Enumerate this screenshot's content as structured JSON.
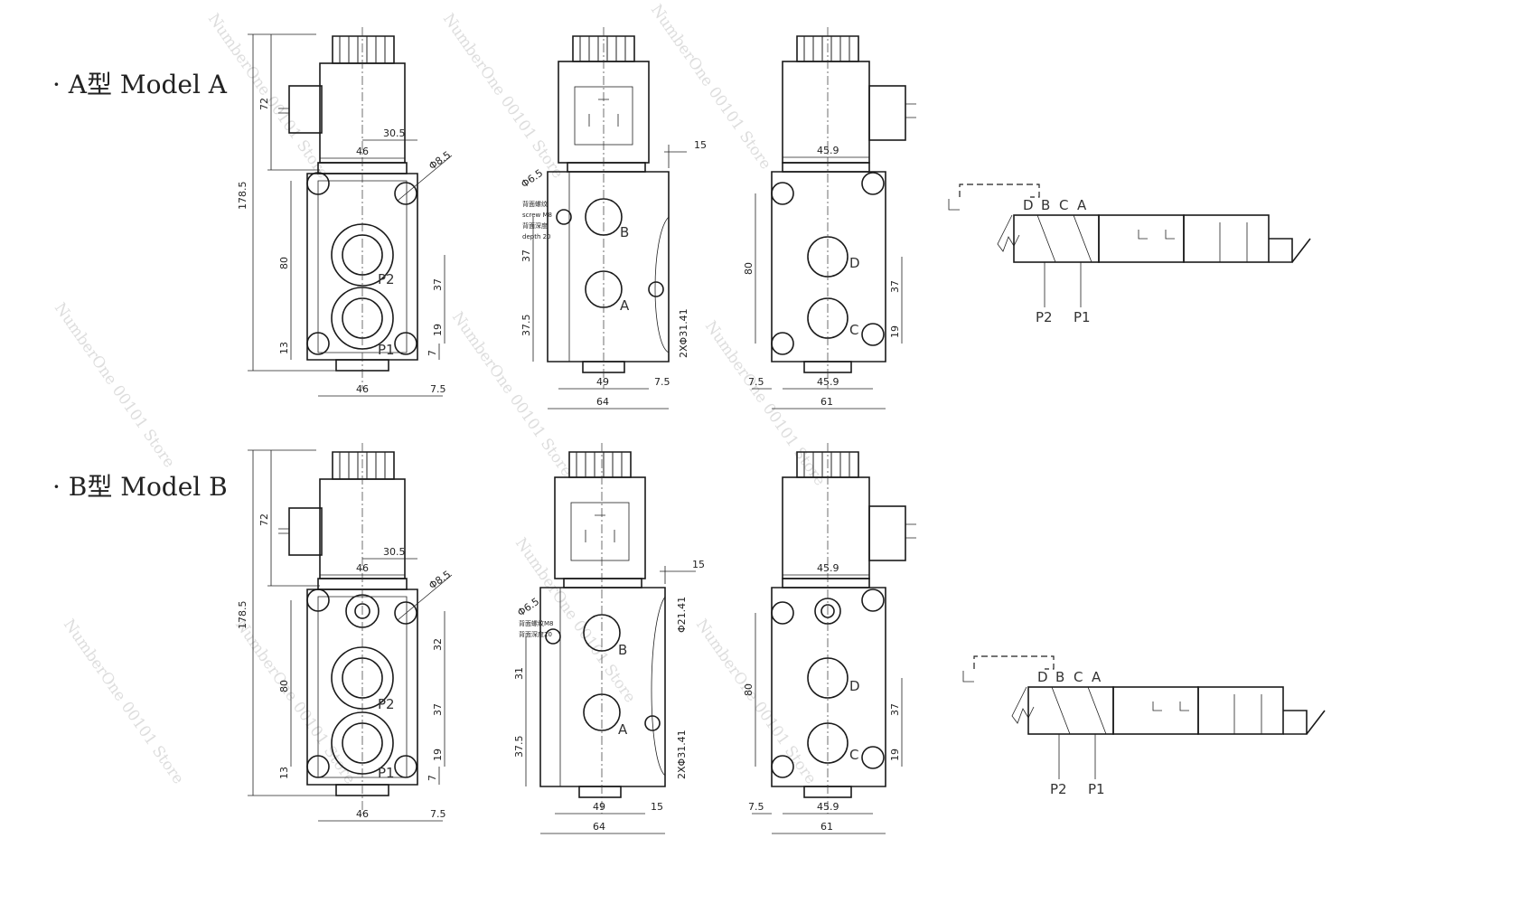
{
  "models": [
    {
      "header": "· A型 Model A",
      "dims": {
        "front": {
          "h_total": "178.5",
          "h_coil": "72",
          "h_body": "80",
          "h_bot": "13",
          "w_coil": "46",
          "w_off": "30.5",
          "w_base": "46",
          "w_side": "7.5",
          "v_37": "37",
          "v_19": "19",
          "v_7": "7",
          "hole": "Φ8.5"
        },
        "side": {
          "t15": "15",
          "hole": "Φ6.5",
          "note1": "背面螺纹",
          "note2": "screw M8",
          "note3": "背面深度",
          "note4": "depth 20",
          "v37": "37",
          "v375": "37.5",
          "port_dia": "2XΦ31.41",
          "w49": "49",
          "w75": "7.5",
          "w64": "64"
        },
        "back": {
          "w459_top": "45.9",
          "h80": "80",
          "v37": "37",
          "v19": "19",
          "w75": "7.5",
          "w459_bot": "45.9",
          "w61": "61"
        }
      },
      "ports": {
        "p2": "P2",
        "p1": "P1",
        "b": "B",
        "a": "A",
        "d": "D",
        "c": "C"
      },
      "symbol": {
        "top": [
          "D",
          "B",
          "C",
          "A"
        ],
        "bottom": [
          "P2",
          "P1"
        ]
      }
    },
    {
      "header": "· B型 Model B",
      "dims": {
        "front": {
          "h_total": "178.5",
          "h_coil": "72",
          "h_body": "80",
          "h_bot": "13",
          "w_coil": "46",
          "w_off": "30.5",
          "w_base": "46",
          "w_side": "7.5",
          "v_37": "37",
          "v_32": "32",
          "v_19": "19",
          "v_7": "7",
          "hole": "Φ8.5"
        },
        "side": {
          "t15": "15",
          "hole": "Φ6.5",
          "note1": "背面螺纹M8",
          "note2": "背面深度20",
          "port_dia_top": "Φ21.41",
          "v31": "31",
          "v375": "37.5",
          "port_dia": "2XΦ31.41",
          "w49": "49",
          "w15": "15",
          "w64": "64"
        },
        "back": {
          "w459_top": "45.9",
          "h80": "80",
          "v37": "37",
          "v19": "19",
          "w75": "7.5",
          "w459_bot": "45.9",
          "w61": "61"
        }
      },
      "ports": {
        "p2": "P2",
        "p1": "P1",
        "b": "B",
        "a": "A",
        "d": "D",
        "c": "C"
      },
      "symbol": {
        "top": [
          "D",
          "B",
          "C",
          "A"
        ],
        "bottom": [
          "P2",
          "P1"
        ]
      }
    }
  ],
  "watermark": "NumberOne 00101 Store"
}
